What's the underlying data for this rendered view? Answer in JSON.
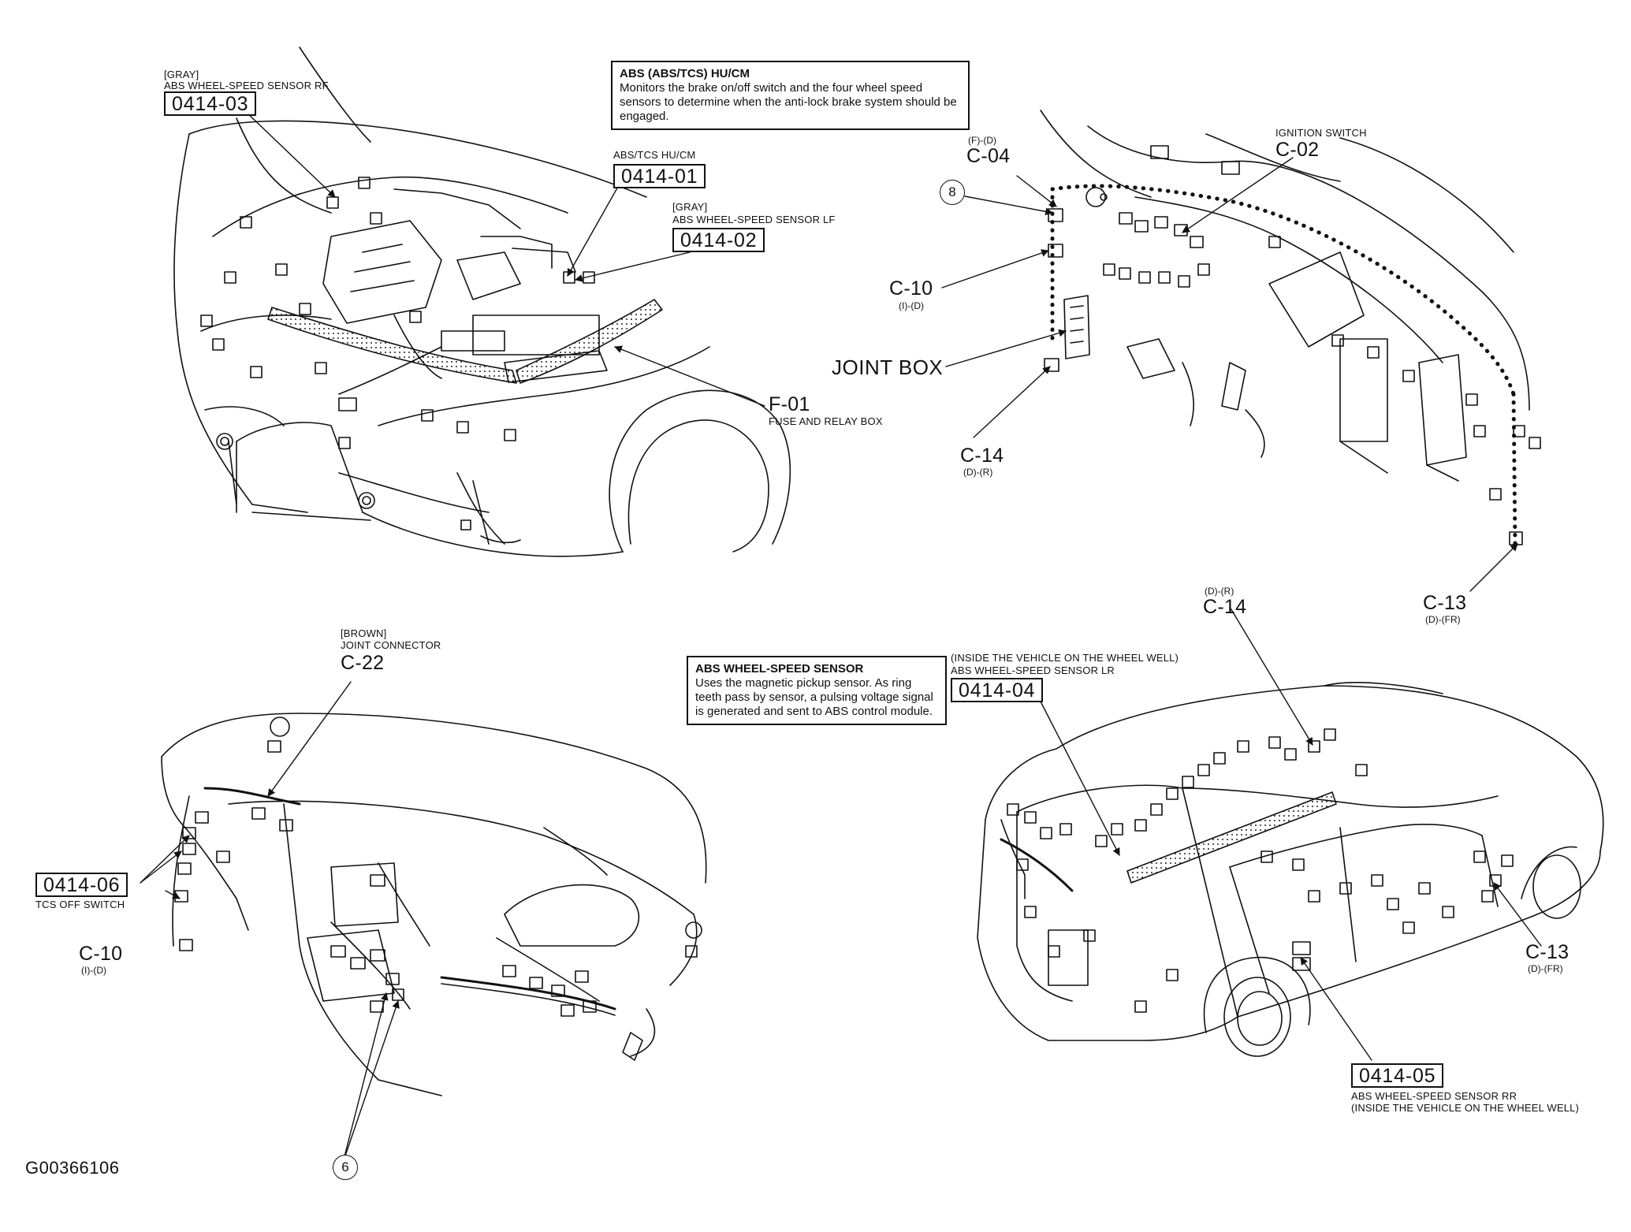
{
  "figure_id": "G00366106",
  "callout_6": "6",
  "callout_8": "8",
  "info_abs_hucm": {
    "title": "ABS (ABS/TCS) HU/CM",
    "body": "Monitors the brake on/off switch and the four wheel speed sensors to determine when the anti-lock brake system should be engaged."
  },
  "info_wheel_sensor": {
    "title": "ABS WHEEL-SPEED SENSOR",
    "body": "Uses the magnetic pickup sensor. As ring teeth pass by sensor, a pulsing voltage signal is generated and sent to ABS control module."
  },
  "labels": {
    "rf_color": "[GRAY]",
    "rf_name": "ABS WHEEL-SPEED SENSOR RF",
    "rf_code": "0414-03",
    "hucm_name": "ABS/TCS HU/CM",
    "hucm_code": "0414-01",
    "lf_color": "[GRAY]",
    "lf_name": "ABS WHEEL-SPEED SENSOR LF",
    "lf_code": "0414-02",
    "f01_code": "F-01",
    "f01_name": "FUSE AND RELAY BOX",
    "c04_loc": "(F)-(D)",
    "c04_code": "C-04",
    "ign_name": "IGNITION SWITCH",
    "c02_code": "C-02",
    "c10_code": "C-10",
    "c10_loc": "(I)-(D)",
    "joint_box": "JOINT BOX",
    "c14_code": "C-14",
    "c14_loc": "(D)-(R)",
    "c14r_loc": "(D)-(R)",
    "c14r_code": "C-14",
    "c13_code": "C-13",
    "c13_loc": "(D)-(FR)",
    "c22_color": "[BROWN]",
    "c22_name": "JOINT CONNECTOR",
    "c22_code": "C-22",
    "tcs_code": "0414-06",
    "tcs_name": "TCS OFF SWITCH",
    "c10b_code": "C-10",
    "c10b_loc": "(I)-(D)",
    "lr_note": "(INSIDE THE VEHICLE ON THE WHEEL WELL)",
    "lr_name": "ABS WHEEL-SPEED SENSOR LR",
    "lr_code": "0414-04",
    "c13b_code": "C-13",
    "c13b_loc": "(D)-(FR)",
    "rr_code": "0414-05",
    "rr_name": "ABS WHEEL-SPEED SENSOR RR",
    "rr_note": "(INSIDE THE VEHICLE ON THE WHEEL WELL)"
  }
}
